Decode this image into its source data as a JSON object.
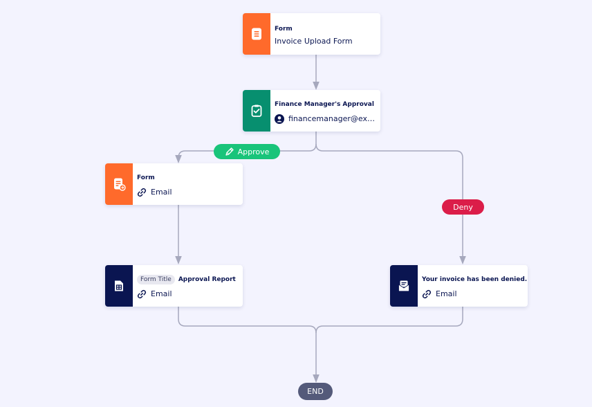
{
  "colors": {
    "background": "#f3f3fe",
    "connector": "#a6a8bd",
    "form_orange": "#ff6a2b",
    "approval_green": "#078f6f",
    "report_navy": "#0a1551",
    "approve_green": "#19c47a",
    "deny_red": "#db1d49",
    "end_gray": "#545a7a"
  },
  "nodes": {
    "invoice_form": {
      "title": "Form",
      "detail": "Invoice Upload Form",
      "icon": "form-document-icon"
    },
    "finance_approval": {
      "title": "Finance Manager's Approval",
      "detail": "financemanager@exa...",
      "icon": "approval-clipboard-icon",
      "detail_icon": "user-avatar-icon"
    },
    "approved_form": {
      "title": "Form",
      "detail": "Email",
      "icon": "form-share-icon",
      "detail_icon": "link-icon"
    },
    "approval_report": {
      "tag": "Form Title",
      "title": "Approval Report",
      "detail": "Email",
      "icon": "report-document-icon",
      "detail_icon": "link-icon"
    },
    "denied_email": {
      "title": "Your invoice has been denied.",
      "detail": "Email",
      "icon": "envelope-icon",
      "detail_icon": "link-icon"
    }
  },
  "branches": {
    "approve": {
      "label": "Approve",
      "icon": "approve-pen-icon"
    },
    "deny": {
      "label": "Deny"
    }
  },
  "end": {
    "label": "END"
  }
}
